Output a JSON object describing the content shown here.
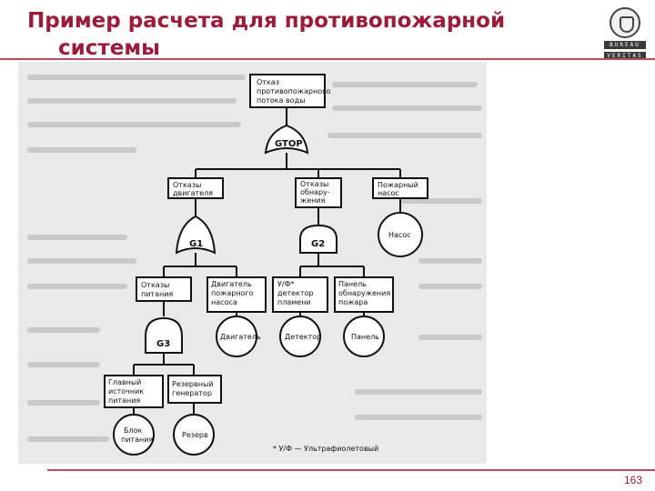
{
  "slide": {
    "title_line1": "Пример расчета для противопожарной",
    "title_line2": "системы",
    "page_number": "163"
  },
  "logo": {
    "text": "BUREAU VERITAS"
  },
  "diagram": {
    "top_event": [
      "Отказ",
      "противопожарного",
      "потока воды"
    ],
    "gate_top": "GTOP",
    "gate_g1": "G1",
    "gate_g2": "G2",
    "gate_g3": "G3",
    "box_engine_fail": [
      "Отказы",
      "двигателя"
    ],
    "box_detect_fail": [
      "Отказы",
      "обнару-",
      "жения"
    ],
    "box_pump": [
      "Пожарный",
      "насос"
    ],
    "circle_pump": "Насос",
    "box_power_fail": [
      "Отказы",
      "питания"
    ],
    "box_pump_engine": [
      "Двигатель",
      "пожарного",
      "насоса"
    ],
    "box_uv_detector": [
      "У/Ф*",
      "детектор",
      "пламени"
    ],
    "box_panel": [
      "Панель",
      "обнаружения",
      "пожара"
    ],
    "circle_engine": "Двигатель",
    "circle_detector": "Детектор",
    "circle_panel": "Панель",
    "box_main_source": [
      "Главный",
      "источник",
      "питания"
    ],
    "box_backup_gen": [
      "Резервный",
      "генератор"
    ],
    "circle_power_unit": [
      "Блок",
      "питания"
    ],
    "circle_reserve": "Резерв",
    "footnote": "* У/Ф — Ультрафиолетовый"
  }
}
